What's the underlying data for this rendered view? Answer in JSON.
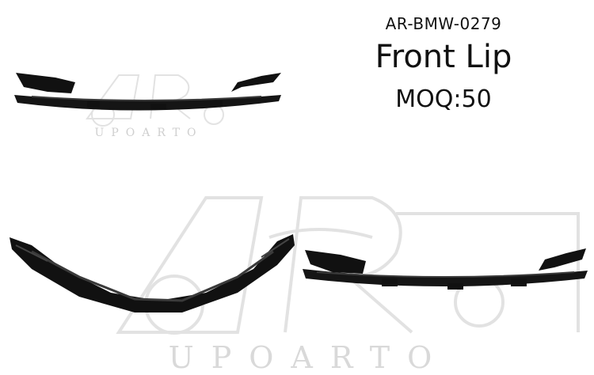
{
  "product": {
    "code": "AR-BMW-0279",
    "name": "Front Lip",
    "moq": "MOQ:50"
  },
  "watermark": {
    "logo_text": "AR",
    "brand": "UPOARTO"
  },
  "colors": {
    "part": "#111111",
    "part_highlight": "#3a3a3a",
    "watermark": "#dcdcdc"
  }
}
